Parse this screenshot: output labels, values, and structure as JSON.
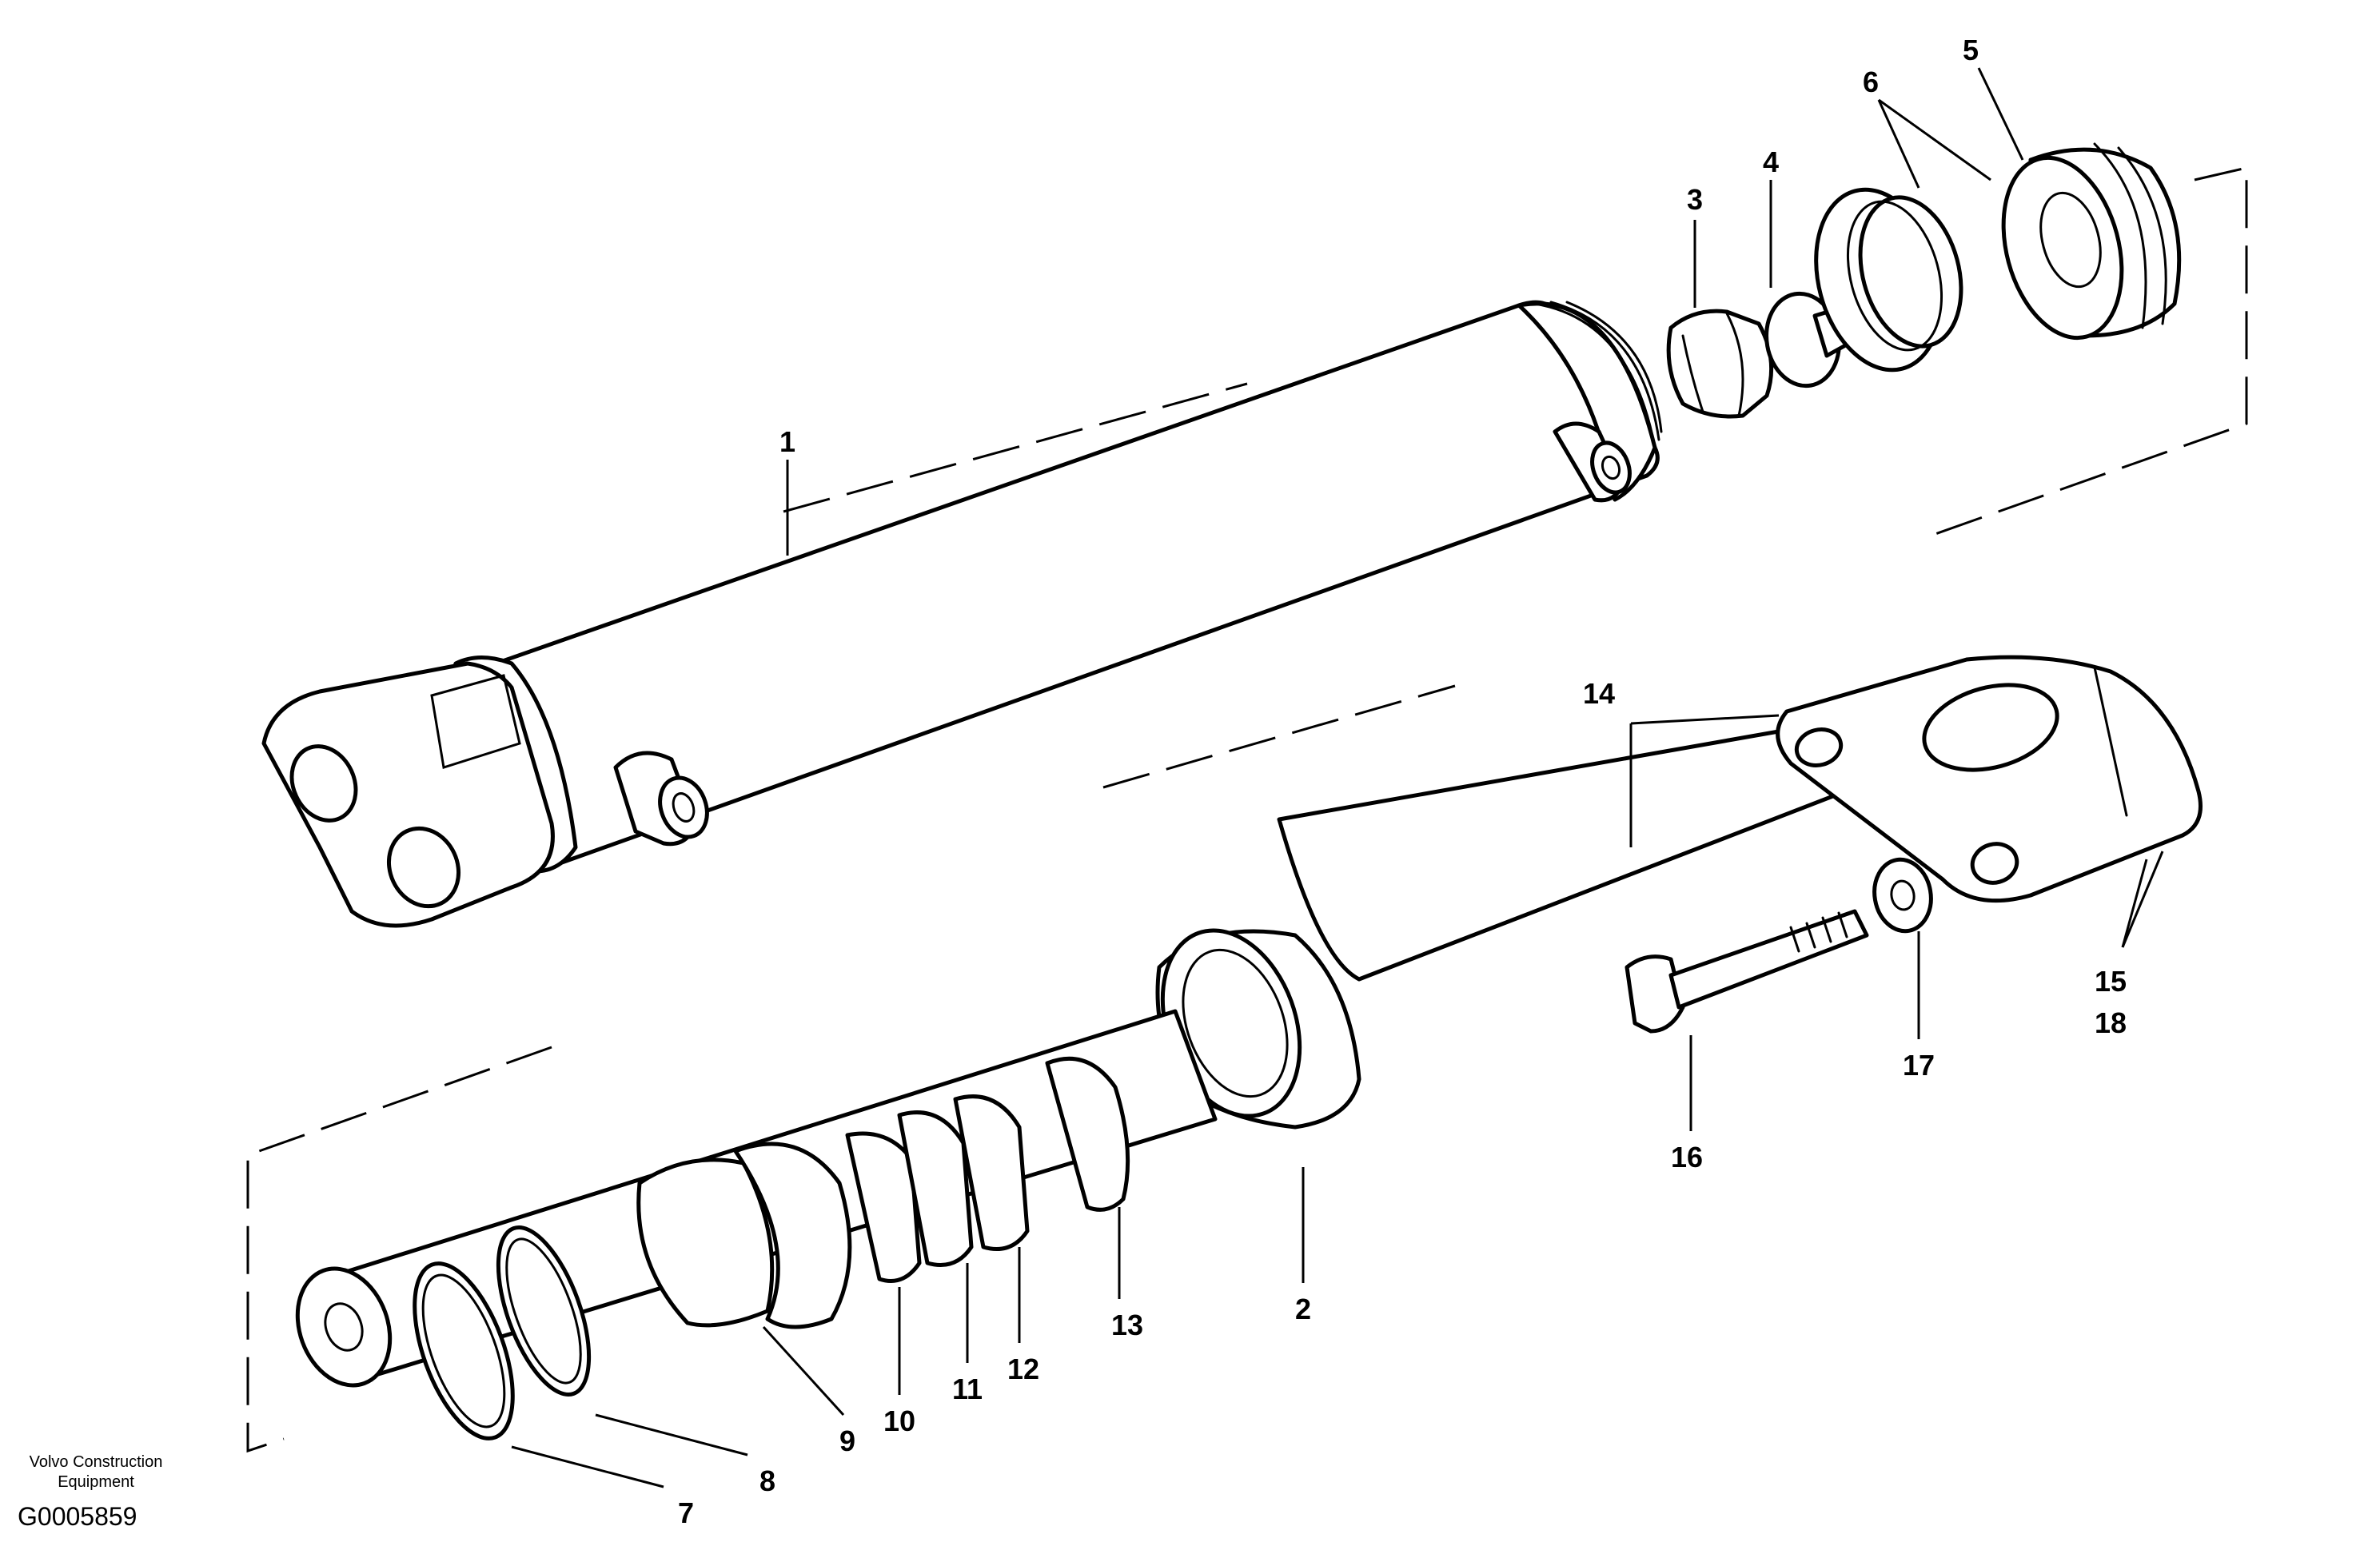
{
  "credit": {
    "line1": "Volvo Construction",
    "line2": "Equipment",
    "code": "G0005859"
  },
  "callouts": {
    "c1": "1",
    "c2": "2",
    "c3": "3",
    "c4": "4",
    "c5": "5",
    "c6": "6",
    "c7": "7",
    "c8": "8",
    "c9": "9",
    "c10": "10",
    "c11": "11",
    "c12": "12",
    "c13": "13",
    "c14": "14",
    "c15": "15",
    "c16": "16",
    "c17": "17",
    "c18": "18"
  }
}
